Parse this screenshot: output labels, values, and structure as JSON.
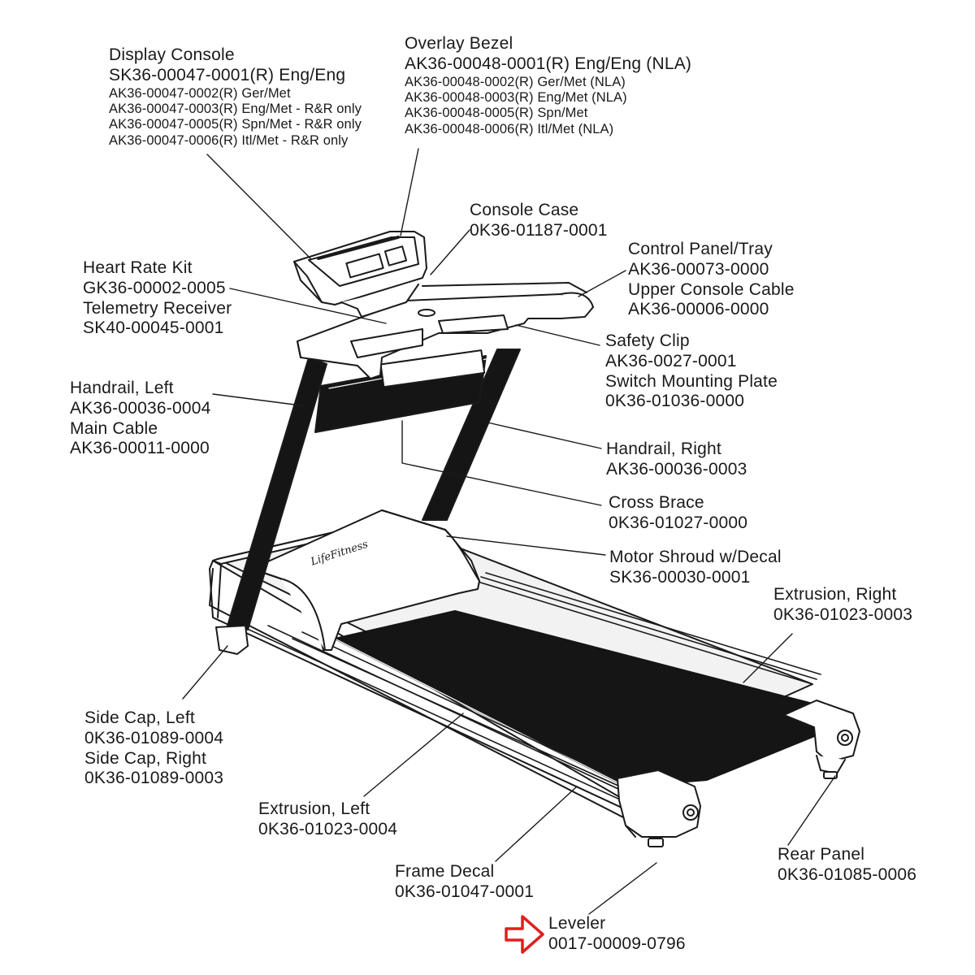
{
  "display_console": {
    "name": "Display Console",
    "part_numbers": [
      "SK36-00047-0001(R) Eng/Eng",
      "AK36-00047-0002(R) Ger/Met",
      "AK36-00047-0003(R) Eng/Met - R&R only",
      "AK36-00047-0005(R) Spn/Met - R&R only",
      "AK36-00047-0006(R) Itl/Met - R&R only"
    ]
  },
  "overlay_bezel": {
    "name": "Overlay Bezel",
    "part_numbers": [
      "AK36-00048-0001(R) Eng/Eng (NLA)",
      "AK36-00048-0002(R) Ger/Met (NLA)",
      "AK36-00048-0003(R) Eng/Met (NLA)",
      "AK36-00048-0005(R) Spn/Met",
      "AK36-00048-0006(R) Itl/Met (NLA)"
    ]
  },
  "console_case": {
    "name": "Console Case",
    "part_number": "0K36-01187-0001"
  },
  "control_panel": {
    "name": "Control Panel/Tray",
    "part_number": "AK36-00073-0000"
  },
  "upper_console_cable": {
    "name": "Upper Console Cable",
    "part_number": "AK36-00006-0000"
  },
  "heart_rate_kit": {
    "name": "Heart Rate Kit",
    "part_number": "GK36-00002-0005"
  },
  "telemetry_receiver": {
    "name": "Telemetry Receiver",
    "part_number": "SK40-00045-0001"
  },
  "safety_clip": {
    "name": "Safety Clip",
    "part_number": "AK36-0027-0001"
  },
  "switch_mounting_plate": {
    "name": "Switch Mounting Plate",
    "part_number": "0K36-01036-0000"
  },
  "handrail_left": {
    "name": "Handrail, Left",
    "part_number": "AK36-00036-0004"
  },
  "main_cable": {
    "name": "Main Cable",
    "part_number": "AK36-00011-0000"
  },
  "handrail_right": {
    "name": "Handrail, Right",
    "part_number": "AK36-00036-0003"
  },
  "cross_brace": {
    "name": "Cross Brace",
    "part_number": "0K36-01027-0000"
  },
  "motor_shroud": {
    "name": "Motor Shroud w/Decal",
    "part_number": "SK36-00030-0001"
  },
  "extrusion_right": {
    "name": "Extrusion, Right",
    "part_number": "0K36-01023-0003"
  },
  "side_cap_left": {
    "name": "Side Cap, Left",
    "part_number": "0K36-01089-0004"
  },
  "side_cap_right": {
    "name": "Side Cap, Right",
    "part_number": "0K36-01089-0003"
  },
  "extrusion_left": {
    "name": "Extrusion, Left",
    "part_number": "0K36-01023-0004"
  },
  "frame_decal": {
    "name": "Frame Decal",
    "part_number": "0K36-01047-0001"
  },
  "rear_panel": {
    "name": "Rear Panel",
    "part_number": "0K36-01085-0006"
  },
  "leveler": {
    "name": "Leveler",
    "part_number": "0017-00009-0796"
  },
  "colors": {
    "line": "#1a1a1a",
    "belt": "#151515",
    "highlight_arrow": "#e01e1e"
  }
}
